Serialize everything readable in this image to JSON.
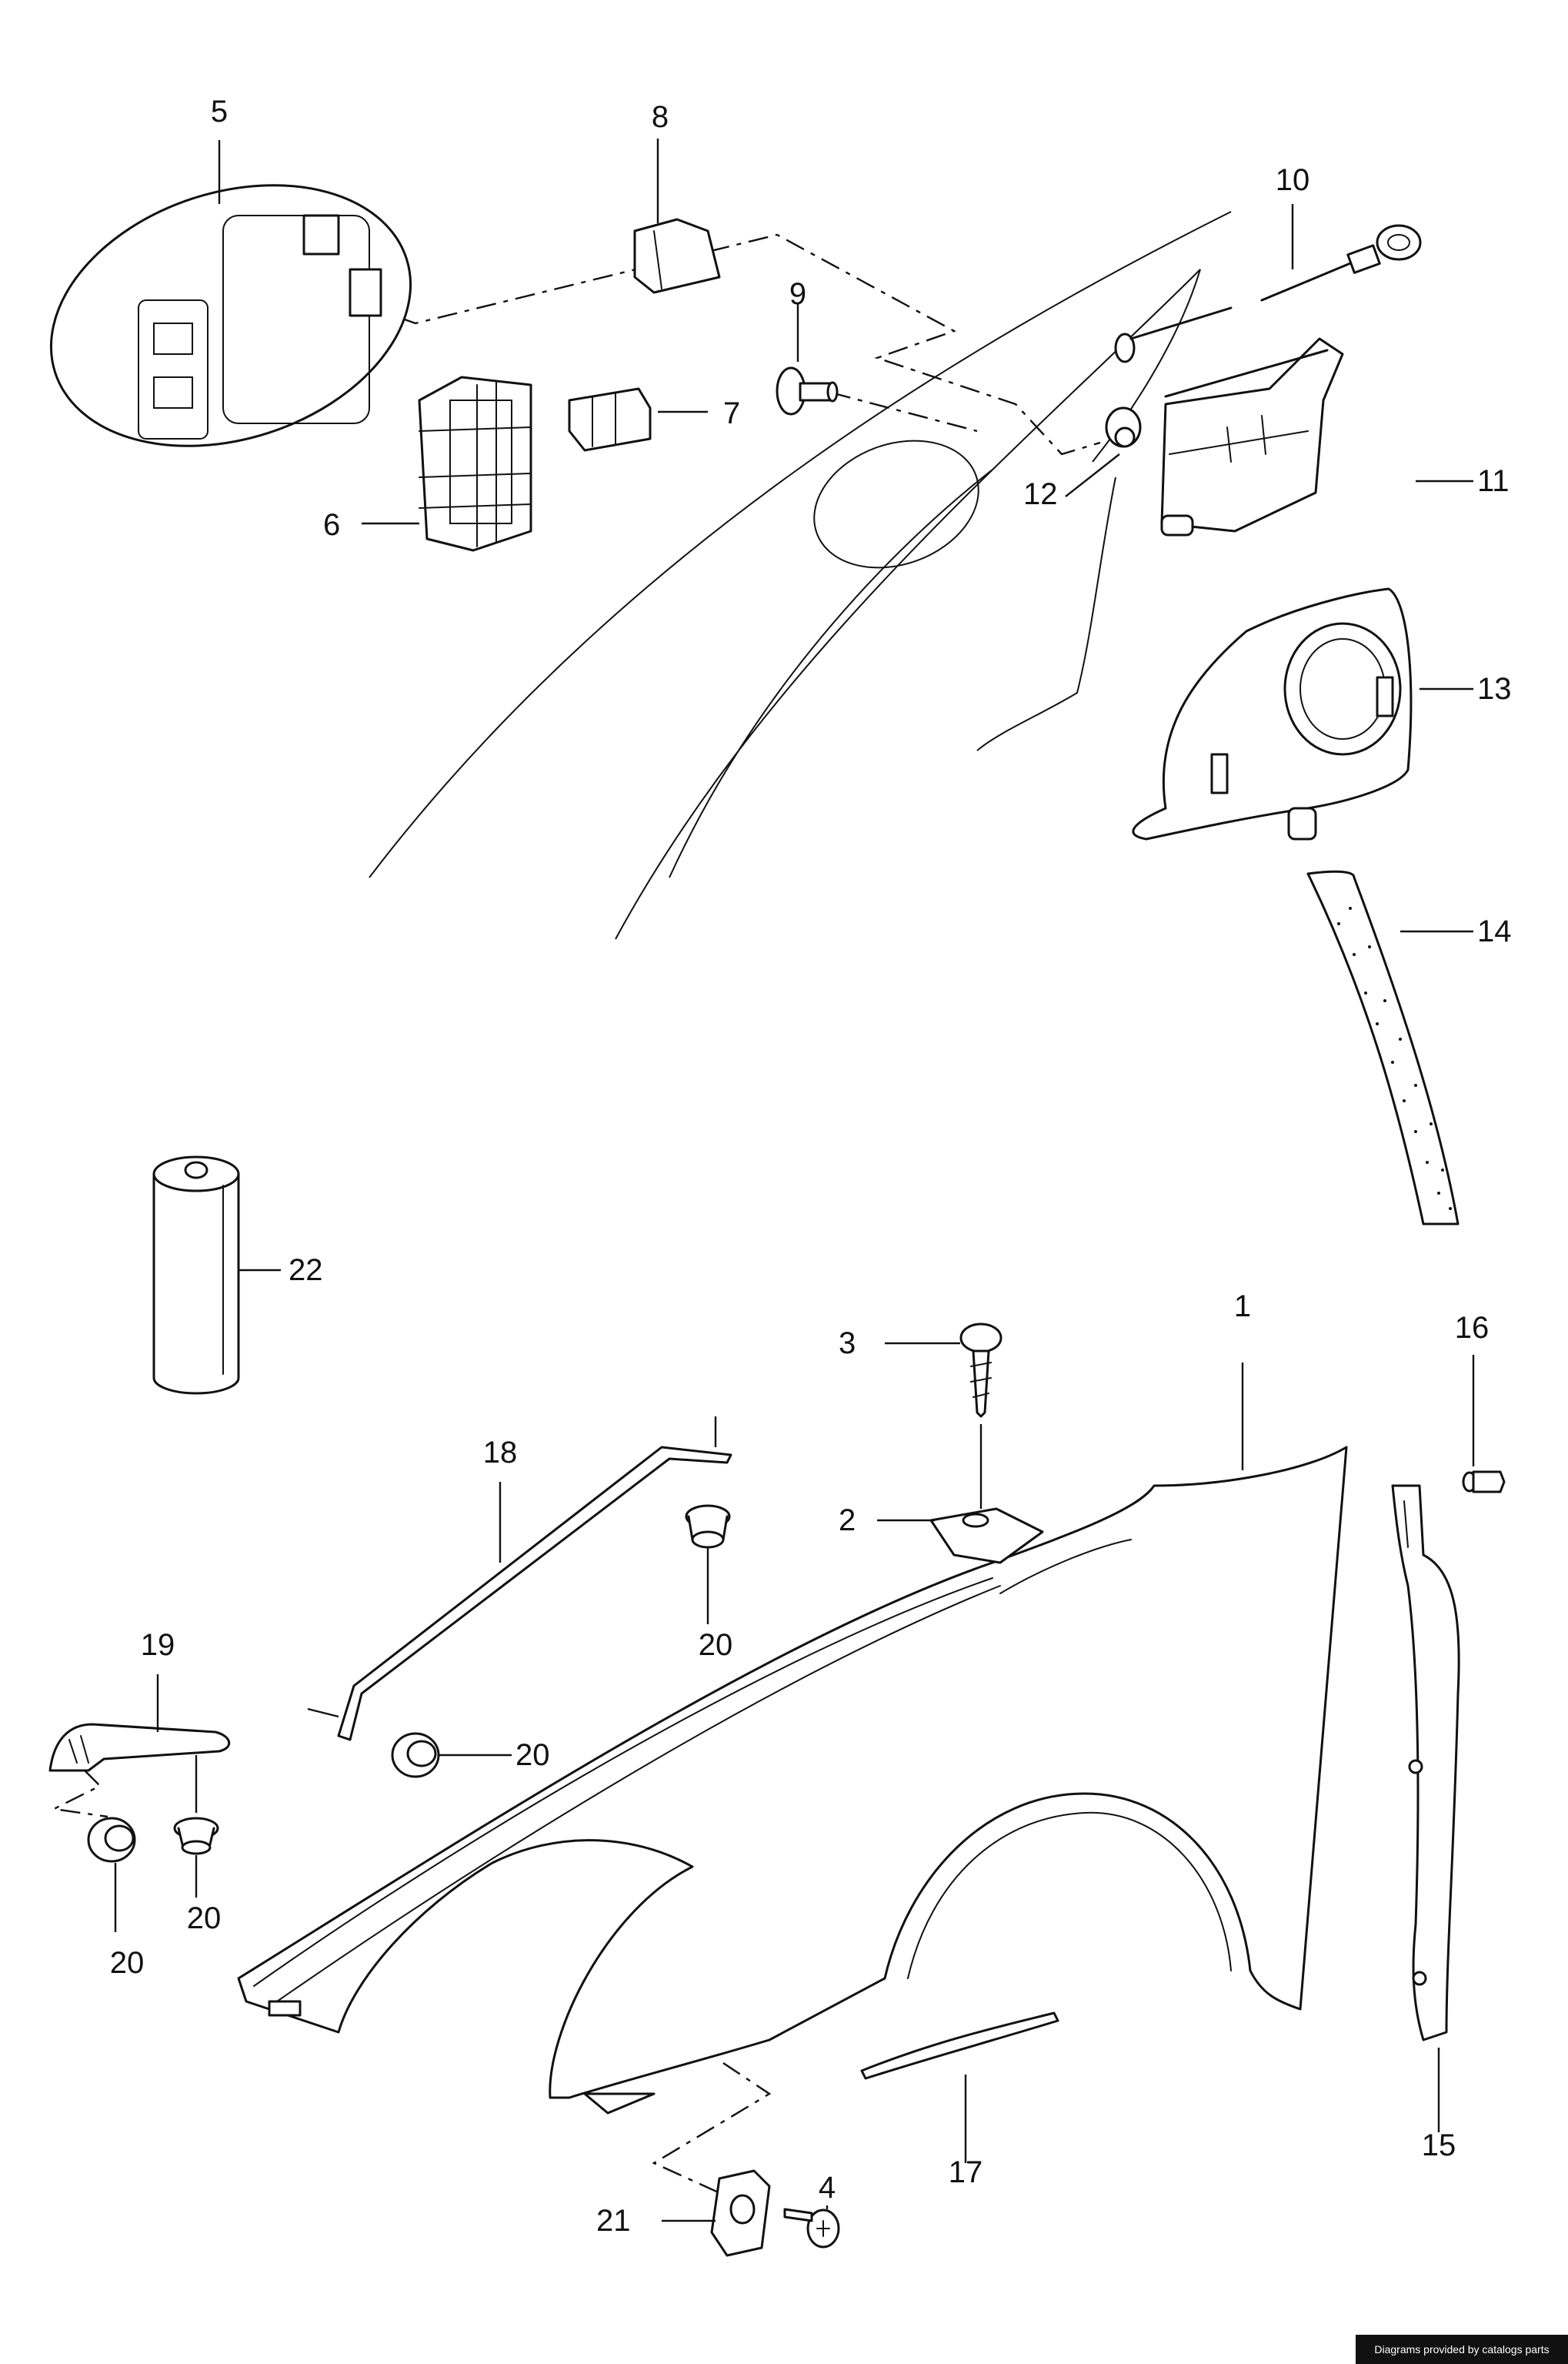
{
  "callouts": {
    "c1": "1",
    "c2": "2",
    "c3": "3",
    "c4": "4",
    "c5": "5",
    "c6": "6",
    "c7": "7",
    "c8": "8",
    "c9": "9",
    "c10": "10",
    "c11": "11",
    "c12": "12",
    "c13": "13",
    "c14": "14",
    "c15": "15",
    "c16": "16",
    "c17": "17",
    "c18": "18",
    "c19": "19",
    "c20a": "20",
    "c20b": "20",
    "c20c": "20",
    "c20d": "20",
    "c21": "21",
    "c22": "22"
  },
  "credit": "Diagrams provided by catalogs parts"
}
